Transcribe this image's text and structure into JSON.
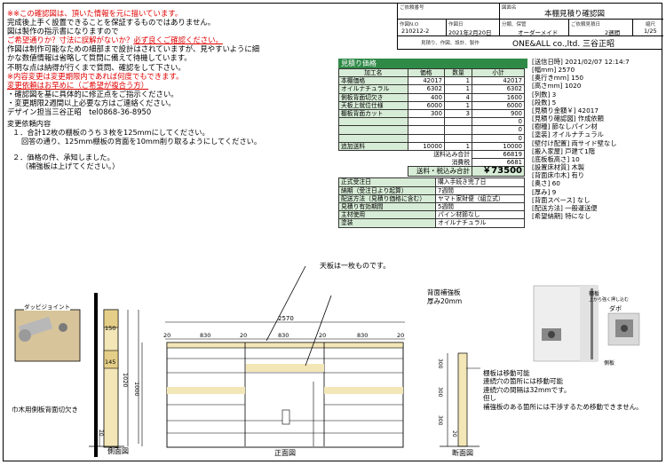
{
  "notes": {
    "line1": "※※この確認図は、頂いた情報を元に描いています。",
    "line2": "完成後上手く設置できることを保証するものではありません。",
    "line3": "図は製作の指示書になりますので",
    "line4a": "ご希望通りか？寸法に誤解がないか？",
    "line4b": "必ず良くご確認ください。",
    "line5": "作図は制作可能なための細部まで設計はされていますが、見やすいように細",
    "line6": "かな数値情報は省略して質問に備えて待機しています。",
    "line7": "不明な点は納得が行くまで質問、確認をして下さい。",
    "line8": "※内容変更は変更期限内であれば何度でもできます。",
    "line9": "変更依頼はお早めに（ご希望が複合う方）",
    "line10": "・確認図を基に具体的に修正点をご指示ください。",
    "line11": "・変更期限2週間以上必要な方はご連絡ください。",
    "line12": "デザイン担当三谷正昭　tel0868-36-8950"
  },
  "change": {
    "title": "変更依頼内容",
    "l1": "１．合計12枚の棚板のうち３枚を125mmにしてください。",
    "l2": "回答の通り、125mm棚板の背面を10mm削り取るようにしてください。",
    "l3": "２．価格の件、承知しました。",
    "l4": "（補強板は上げてください。）"
  },
  "title_block": {
    "client_label": "ご依頼番号",
    "drawing_label": "図面名",
    "drawing_name": "本棚見積り確認図",
    "author_label": "作図N.O",
    "author_value": "210212-2",
    "date_label": "作図日",
    "date_value": "2021年2月20日",
    "cls_label": "分類、保管",
    "cls_value": "オーダーメイド",
    "delivery_label": "ご依頼見積日",
    "delivery_value": "2週間",
    "page_label": "縮尺",
    "page_value": "1/25",
    "footer_label": "見積り、作図、設計、製作",
    "company": "ONE&ALL co.,ltd. 三谷正昭"
  },
  "estimate": {
    "header": "見積り価格",
    "columns": [
      "加工名",
      "価格",
      "数量",
      "小計"
    ],
    "rows": [
      [
        "本棚価格",
        "42017",
        "1",
        "42017"
      ],
      [
        "オイルナチュラル",
        "6302",
        "1",
        "6302"
      ],
      [
        "側板背面切欠き",
        "400",
        "4",
        "1600"
      ],
      [
        "天板上就位仕様",
        "6000",
        "1",
        "6000"
      ],
      [
        "棚板背面カット",
        "300",
        "3",
        "900"
      ],
      [
        "",
        "",
        "",
        "0"
      ],
      [
        "",
        "",
        "",
        "0"
      ],
      [
        "",
        "",
        "",
        "0"
      ],
      [
        "追加送料",
        "10000",
        "1",
        "10000"
      ]
    ],
    "subtotal_label": "送料込み合計",
    "subtotal": "66819",
    "tax_label": "消費税",
    "tax": "6681",
    "total_label": "送料・税込み合計",
    "total": "￥73500",
    "order": [
      [
        "正式受注日",
        "購入手続き完了日"
      ],
      [
        "納期（受注日より起算）",
        "7週間"
      ],
      [
        "配送方法（見積り価格に含む）",
        "ヤマト家財便（組立式）"
      ],
      [
        "見積り有効期間",
        "5週間"
      ],
      [
        "主材使用",
        "パイン材節なし"
      ],
      [
        "塗装",
        "オイルナチュラル"
      ]
    ]
  },
  "info": [
    "[送信日時] 2021/02/07 12:14:7",
    "[幅mm] 2570",
    "[奥行きmm] 150",
    "[高さmm] 1020",
    "[列数] 3",
    "[段数] 5",
    "[見積り金額￥] 42017",
    "[見積り確認図] 作成依頼",
    "[樹種] 節なしパイン材",
    "[塗装] オイルナチュラル",
    "[壁付け配置] 両サイド壁なし",
    "[搬入家屋] 戸建て1階",
    "[底板板高さ] 10",
    "[設置床材質] 木製",
    "[背面床巾木] 有り",
    "[奥さ] 60",
    "[厚み] 9",
    "[背面スペース] なし",
    "[配送方法] 一般運送便",
    "[希望納期] 特になし"
  ],
  "drawing": {
    "top_note": "天板は一枚ものです。",
    "back_note1": "背面補強板",
    "back_note2": "厚み20mm",
    "joint_label": "ダッピジョイント",
    "side_cut_label": "巾木用側板背面切欠き",
    "side_title": "側面図",
    "front_title": "正面図",
    "section_title": "断面図",
    "width_total": "2570",
    "widths": [
      "20",
      "830",
      "20",
      "830",
      "20",
      "830",
      "20"
    ],
    "side_dims": [
      "150",
      "145",
      "1020",
      "1000",
      "20"
    ],
    "section_dims": [
      "300",
      "300",
      "300",
      "20"
    ],
    "hw_label1": "棚板",
    "hw_label2": "上から強く押し込む",
    "hw_label3": "ダボ",
    "hw_label4": "側板",
    "movable_notes": [
      "棚板は移動可能",
      "連続穴の箇所には移動可能",
      "連続穴の間隔は32mmです。",
      "但し",
      "補強板のある箇所には干渉するため移動できません。"
    ]
  },
  "colors": {
    "accent_red": "#e00000",
    "header_green": "#2f8a47",
    "cell_green": "#d7ecd6",
    "wood": "#f3e6b7",
    "wood_dark": "#e5cf88"
  }
}
